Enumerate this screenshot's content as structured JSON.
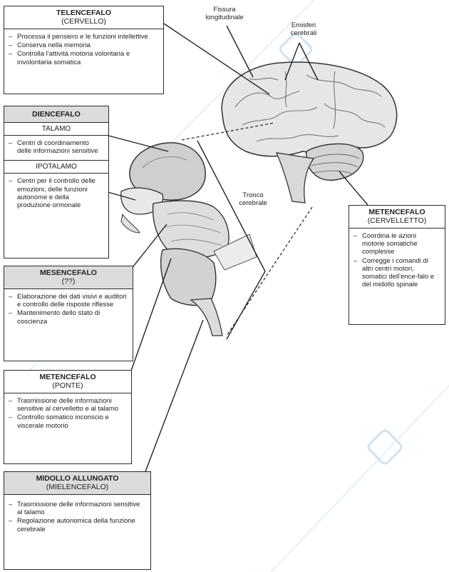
{
  "telencefalo": {
    "title": "TELENCEFALO",
    "subtitle": "(CERVELLO)",
    "items": [
      "Processa il pensiero e le funzioni intellettive",
      "Conserva nella memoria",
      "Controlla l'attività motoria volontaria e involontaria somatica"
    ]
  },
  "diencefalo": {
    "title": "DIENCEFALO",
    "talamo": {
      "label": "TALAMO",
      "items": [
        "Centri di coordinamento delle informazioni sensitive"
      ]
    },
    "ipotalamo": {
      "label": "IPOTALAMO",
      "items": [
        "Centri per il controllo delle emozioni, delle funzioni autonome e della produzione ormonale"
      ]
    }
  },
  "mesencefalo": {
    "title": "MESENCEFALO",
    "subtitle": "(??)",
    "items": [
      "Elaborazione dei dati visivi e auditori e controllo delle risposte riflesse",
      "Mantenimento dello stato di coscienza"
    ]
  },
  "ponte": {
    "title": "METENCEFALO",
    "subtitle": "(PONTE)",
    "items": [
      "Trasmissione delle informazioni sensitive al cervelletto e al talamo",
      "Controllo somatico inconscio e viscerale motorio"
    ]
  },
  "midollo": {
    "title": "MIDOLLO ALLUNGATO",
    "subtitle": "(MIELENCEFALO)",
    "items": [
      "Trasmissione delle informazioni sensitive al talamo",
      "Regolazione autonomica della funzione cerebrale"
    ]
  },
  "cervelletto": {
    "title": "METENCEFALO",
    "subtitle": "(CERVELLETTO)",
    "items": [
      "Coordina le azioni motorie somatiche complesse",
      "Corregge i comandi di altri centri motori, somatici dell'ence-falo e del midollo spinale"
    ]
  },
  "labels": {
    "fissura": "Fissura longitudinale",
    "emisferi": "Emisferi cerebrali",
    "tronco": "Tronco cerebrale"
  }
}
